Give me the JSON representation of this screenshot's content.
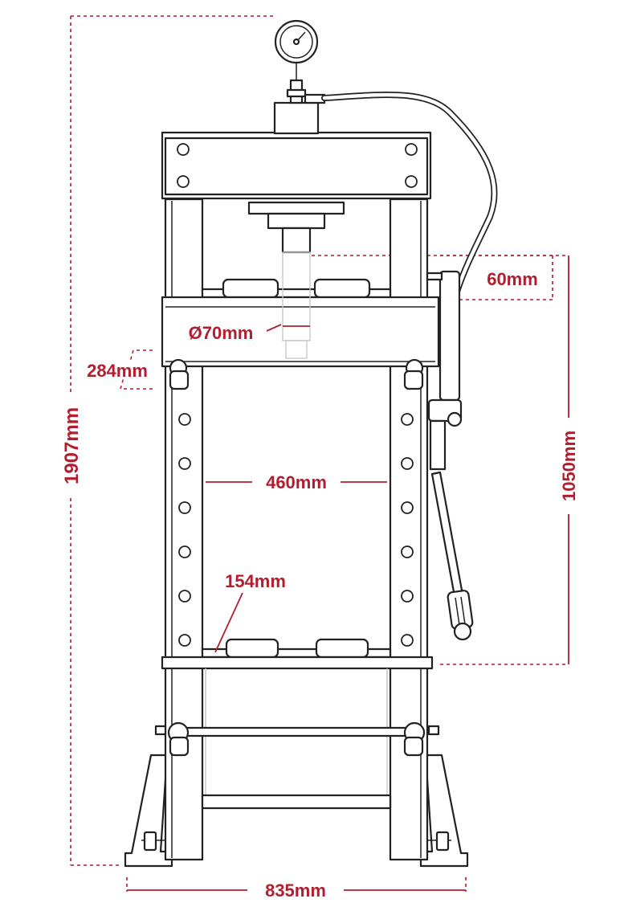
{
  "diagram": {
    "dimensions": {
      "overall_height": "1907mm",
      "base_width": "835mm",
      "working_height": "1050mm",
      "bed_width": "460mm",
      "ram_diameter": "Ø70mm",
      "ram_stroke": "60mm",
      "beam_depth": "284mm",
      "bed_height": "154mm"
    },
    "colors": {
      "dimension": "#b01e2f",
      "outline": "#222222",
      "ghost": "#c9c9c9"
    }
  }
}
